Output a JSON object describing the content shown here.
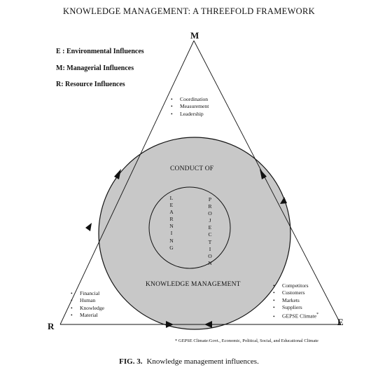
{
  "title": "KNOWLEDGE MANAGEMENT: A THREEFOLD FRAMEWORK",
  "vertices": {
    "m": "M",
    "r": "R",
    "e": "E"
  },
  "legend": [
    "E : Environmental Influences",
    "M: Managerial Influences",
    "R: Resource Influences"
  ],
  "managerial_items": [
    "Coordination",
    "Measurement",
    "Leadership"
  ],
  "resource_items": [
    "Financial",
    "Human",
    "Knowledge",
    "Material"
  ],
  "environmental_items": [
    "Competitors",
    "Customers",
    "Markets",
    "Suppliers",
    "GEPSE Climate"
  ],
  "gepse_marker": "*",
  "circle": {
    "top_label": "CONDUCT OF",
    "bottom_label": "KNOWLEDGE MANAGEMENT",
    "learning": [
      "L",
      "E",
      "A",
      "R",
      "N",
      "I",
      "N",
      "G"
    ],
    "projection": [
      "P",
      "R",
      "O",
      "J",
      "E",
      "C",
      "T",
      "I",
      "O",
      "N"
    ]
  },
  "footnote": "* GEPSE Climate:Govt., Economic, Political, Social, and Educational Climate",
  "caption": {
    "label": "FIG. 3.",
    "text": "Knowledge management influences."
  },
  "colors": {
    "circle_fill": "#c8c8c8",
    "line": "#111111",
    "background": "#ffffff"
  }
}
